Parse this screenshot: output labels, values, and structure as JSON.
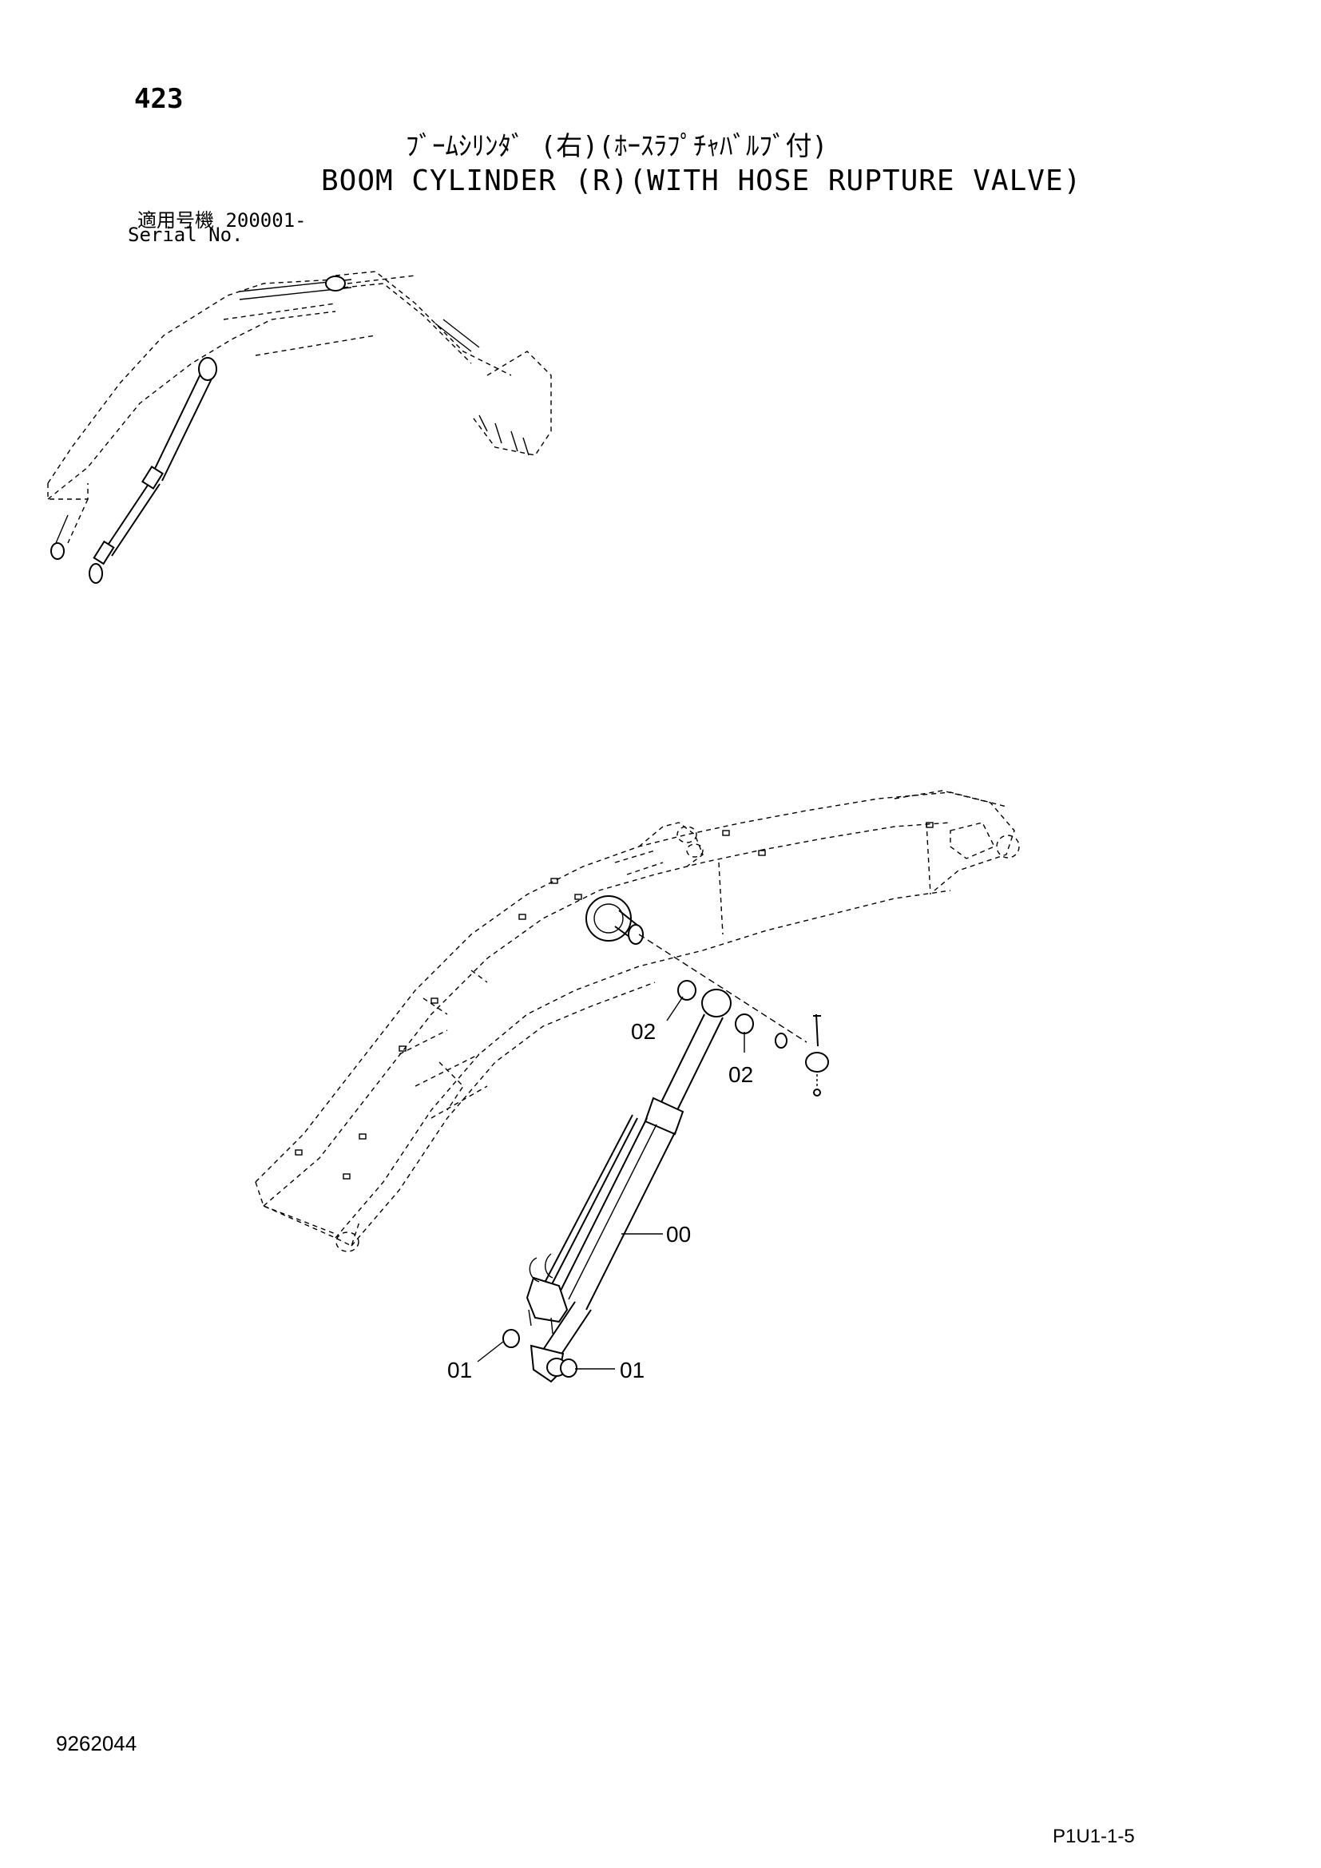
{
  "header": {
    "page_number": "423",
    "title_jp": "ﾌﾞｰﾑｼﾘﾝﾀﾞ (右)(ﾎｰｽﾗﾌﾟﾁｬﾊﾞﾙﾌﾞ付)",
    "title_en": "BOOM CYLINDER (R)(WITH HOSE RUPTURE VALVE)",
    "serial_label_jp": "適用号機  200001-",
    "serial_label_en": "Serial No."
  },
  "callouts": [
    {
      "id": "c1",
      "label": "02"
    },
    {
      "id": "c2",
      "label": "02"
    },
    {
      "id": "c3",
      "label": "00"
    },
    {
      "id": "c4",
      "label": "01"
    },
    {
      "id": "c5",
      "label": "01"
    }
  ],
  "footer": {
    "doc_number": "9262044",
    "page_code": "P1U1-1-5"
  }
}
